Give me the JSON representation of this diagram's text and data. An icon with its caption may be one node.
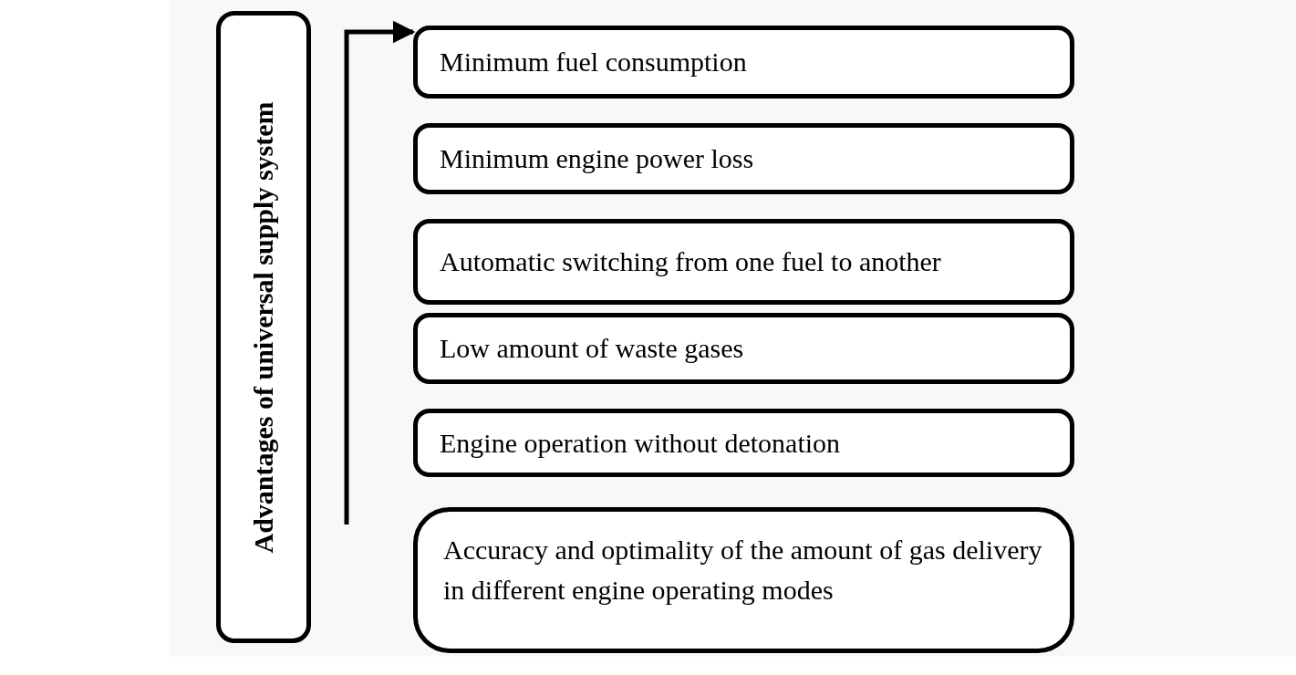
{
  "diagram": {
    "nodes": [
      {
        "text": [
          "Advantages of universal supply system"
        ]
      },
      {
        "text": [
          "Minimum fuel consumption"
        ]
      },
      {
        "text": [
          "Minimum engine power loss"
        ]
      },
      {
        "text": [
          "Automatic switching from one fuel to another"
        ]
      },
      {
        "text": [
          "Low amount of waste gases"
        ]
      },
      {
        "text": [
          "Engine operation without detonation"
        ]
      },
      {
        "text": [
          "Accuracy and optimality of the amount of gas delivery in different engine operating modes"
        ]
      }
    ],
    "edges": [
      {
        "from": null,
        "to": 1,
        "arrow": "to"
      }
    ]
  }
}
